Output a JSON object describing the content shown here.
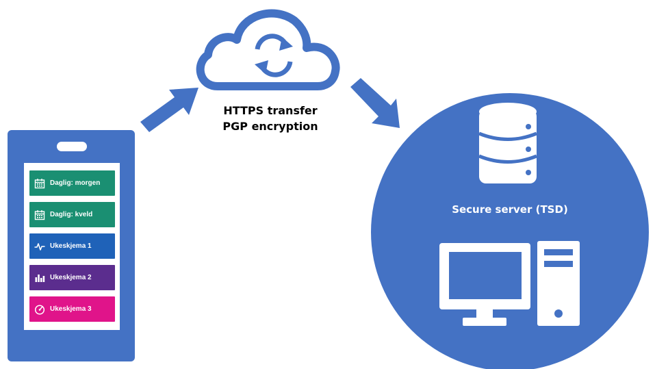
{
  "colors": {
    "primary_blue": "#4472c4",
    "teal": "#1a8f72",
    "blue_button": "#1f62b8",
    "purple": "#5b2d8e",
    "magenta": "#e0148a",
    "white": "#ffffff"
  },
  "phone": {
    "buttons": [
      {
        "label": "Daglig: morgen",
        "icon": "calendar-icon",
        "color": "#1a8f72"
      },
      {
        "label": "Daglig: kveld",
        "icon": "calendar-icon",
        "color": "#1a8f72"
      },
      {
        "label": "Ukeskjema 1",
        "icon": "pulse-icon",
        "color": "#1f62b8"
      },
      {
        "label": "Ukeskjema 2",
        "icon": "bar-chart-icon",
        "color": "#5b2d8e"
      },
      {
        "label": "Ukeskjema 3",
        "icon": "gauge-icon",
        "color": "#e0148a"
      }
    ]
  },
  "transfer": {
    "line1": "HTTPS transfer",
    "line2": "PGP encryption",
    "cloud_icon": "cloud-sync-icon"
  },
  "server": {
    "label": "Secure server (TSD)",
    "database_icon": "database-icon",
    "computer_icon": "desktop-computer-icon"
  }
}
